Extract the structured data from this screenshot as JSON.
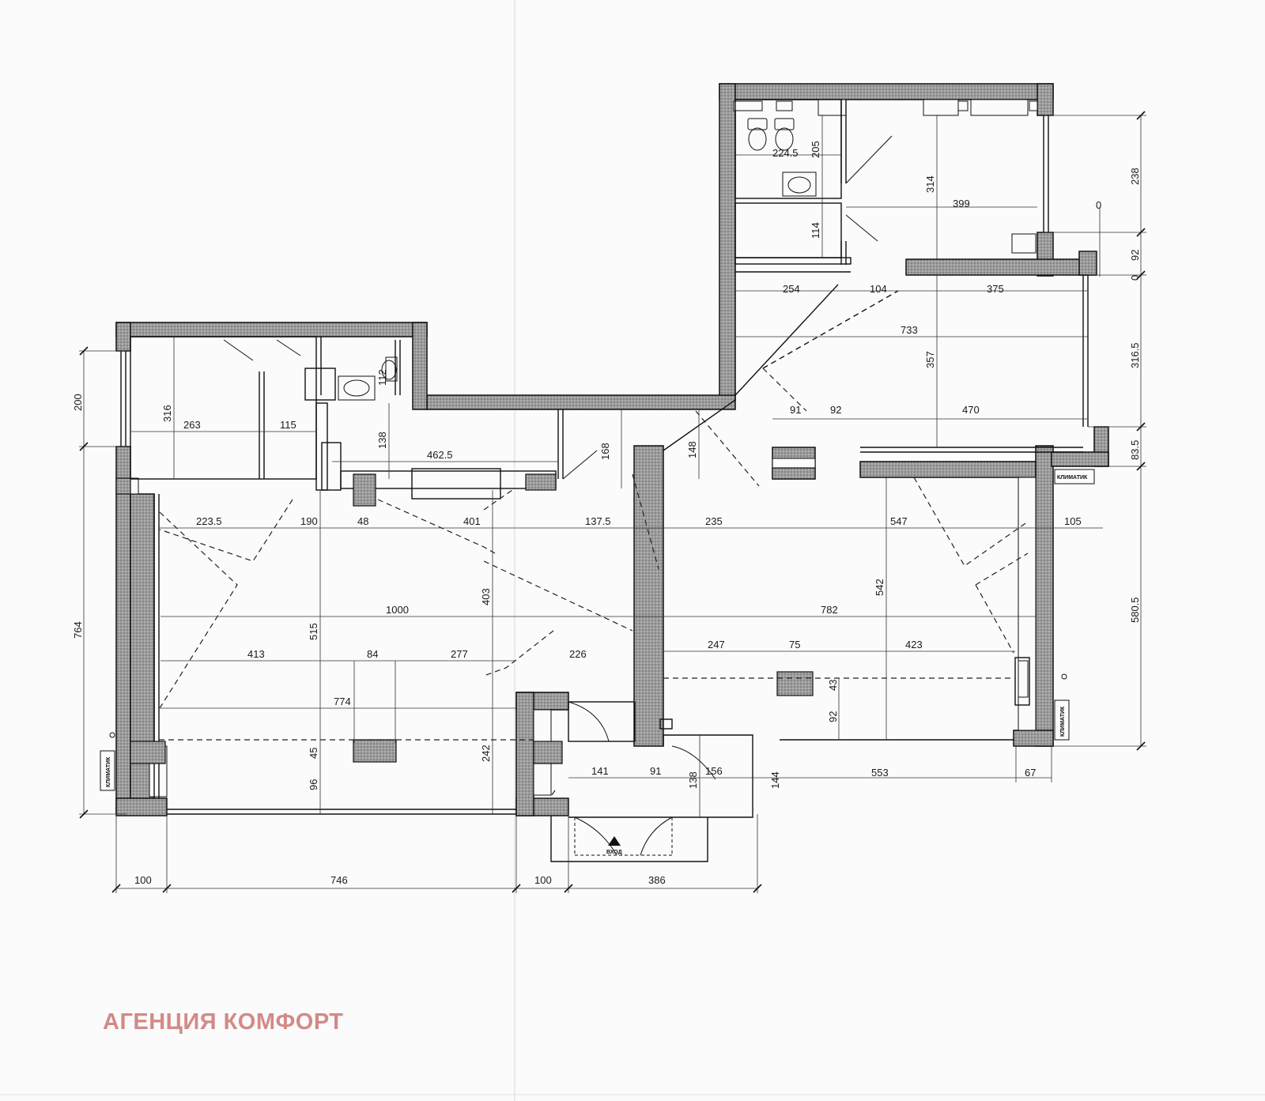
{
  "watermark": "АГЕНЦИЯ КОМФОРТ",
  "entrance_label": "ВХОД",
  "ac_labels": [
    "КЛИМАТИК",
    "КЛИМАТИК",
    "КЛИМАТИК"
  ],
  "dimensions": {
    "wc_width": "224.5",
    "wc_height": "205",
    "small_room_height": "114",
    "top_right_height": "314",
    "top_right_width": "399",
    "right_total_238": "238",
    "right_92": "92",
    "zero_top": "0",
    "zero_mid": "0",
    "corr_254": "254",
    "corr_104": "104",
    "corr_375": "375",
    "wide_733": "733",
    "height_357": "357",
    "right_316_5": "316.5",
    "seg_91": "91",
    "seg_92": "92",
    "seg_470": "470",
    "right_83_5": "83.5",
    "left_200": "200",
    "left_316": "316",
    "left_263": "263",
    "left_115": "115",
    "wc_small_112": "112",
    "mid_138": "138",
    "mid_462_5": "462.5",
    "mid_168": "168",
    "mid_148": "148",
    "row_223_5": "223.5",
    "row_190": "190",
    "row_48": "48",
    "row_401": "401",
    "row_137_5": "137.5",
    "row_235": "235",
    "row_547": "547",
    "row_105": "105",
    "height_403": "403",
    "height_542": "542",
    "right_580_5": "580.5",
    "left_764": "764",
    "height_515": "515",
    "wide_1000": "1000",
    "wide_782": "782",
    "row_413": "413",
    "row_84": "84",
    "row_277": "277",
    "row_226": "226",
    "row_247": "247",
    "row_75": "75",
    "row_423": "423",
    "col_43": "43",
    "col_92": "92",
    "wide_774": "774",
    "col_45": "45",
    "col_242": "242",
    "col_96": "96",
    "bot_141": "141",
    "bot_91": "91",
    "bot_138": "138",
    "bot_156": "156",
    "bot_144": "144",
    "bot_553": "553",
    "bot_67": "67",
    "base_100a": "100",
    "base_746": "746",
    "base_100b": "100",
    "base_386": "386"
  }
}
